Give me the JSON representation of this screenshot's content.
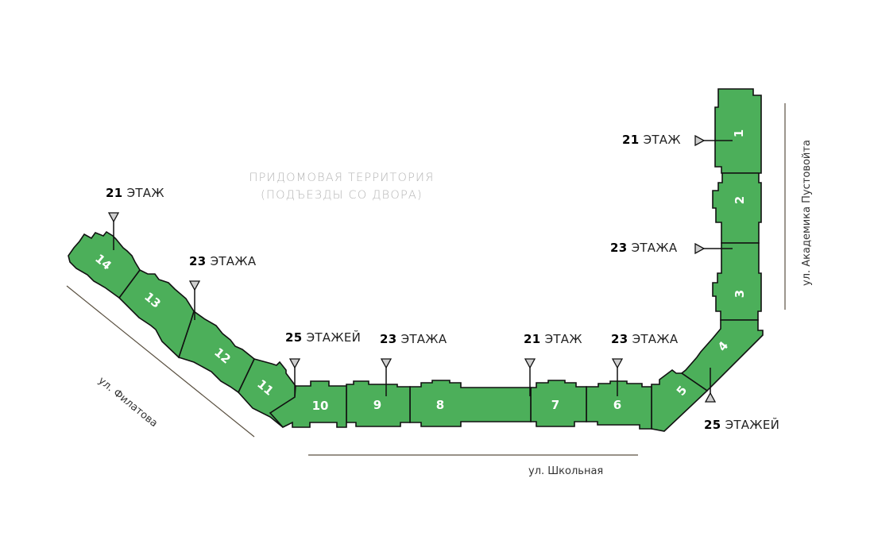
{
  "yard": {
    "line1": "ПРИДОМОВАЯ ТЕРРИТОРИЯ",
    "line2": "(ПОДЪЕЗДЫ СО ДВОРА)"
  },
  "streets": {
    "filatova": "ул. Филатова",
    "shkolnaya": "ул. Школьная",
    "pustovoita": "ул. Академика Пустовойта"
  },
  "sections": [
    {
      "id": "1",
      "label": "1"
    },
    {
      "id": "2",
      "label": "2"
    },
    {
      "id": "3",
      "label": "3"
    },
    {
      "id": "4",
      "label": "4"
    },
    {
      "id": "5",
      "label": "5"
    },
    {
      "id": "6",
      "label": "6"
    },
    {
      "id": "7",
      "label": "7"
    },
    {
      "id": "8",
      "label": "8"
    },
    {
      "id": "9",
      "label": "9"
    },
    {
      "id": "10",
      "label": "10"
    },
    {
      "id": "11",
      "label": "11"
    },
    {
      "id": "12",
      "label": "12"
    },
    {
      "id": "13",
      "label": "13"
    },
    {
      "id": "14",
      "label": "14"
    }
  ],
  "floors": [
    {
      "num": "21",
      "word": "ЭТАЖ",
      "target": "section-14"
    },
    {
      "num": "23",
      "word": "ЭТАЖА",
      "target": "section-13-12"
    },
    {
      "num": "25",
      "word": "ЭТАЖЕЙ",
      "target": "section-10"
    },
    {
      "num": "23",
      "word": "ЭТАЖА",
      "target": "section-9"
    },
    {
      "num": "21",
      "word": "ЭТАЖ",
      "target": "section-7"
    },
    {
      "num": "23",
      "word": "ЭТАЖА",
      "target": "section-6"
    },
    {
      "num": "25",
      "word": "ЭТАЖЕЙ",
      "target": "section-4-5"
    },
    {
      "num": "21",
      "word": "ЭТАЖ",
      "target": "section-1"
    },
    {
      "num": "23",
      "word": "ЭТАЖА",
      "target": "section-2-3"
    }
  ],
  "colors": {
    "section_fill": "#4caf5a",
    "outline": "#111111",
    "yard_text": "#b5b5b5"
  }
}
